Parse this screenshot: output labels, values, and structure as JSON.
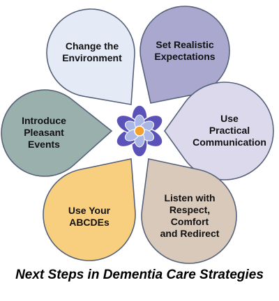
{
  "diagram": {
    "petals": [
      {
        "id": "change-environment",
        "label": "Change the\nEnvironment",
        "fill": "#e4eaf6",
        "stroke": "#56617a"
      },
      {
        "id": "set-realistic-expectations",
        "label": "Set Realistic\nExpectations",
        "fill": "#aba8d0",
        "stroke": "#56617a"
      },
      {
        "id": "use-practical-communication",
        "label": "Use\nPractical\nCommunication",
        "fill": "#dcd9ec",
        "stroke": "#56617a"
      },
      {
        "id": "listen-with-respect",
        "label": "Listen with\nRespect,\nComfort\nand Redirect",
        "fill": "#d8c9bb",
        "stroke": "#56617a"
      },
      {
        "id": "use-your-abcdes",
        "label": "Use Your\nABCDEs",
        "fill": "#f8cf7e",
        "stroke": "#56617a"
      },
      {
        "id": "introduce-pleasant-events",
        "label": "Introduce\nPleasant\nEvents",
        "fill": "#9ab0ad",
        "stroke": "#56617a"
      }
    ],
    "center_icon": "forget-me-not-flower-icon",
    "caption": "Next Steps in Dementia Care Strategies"
  }
}
